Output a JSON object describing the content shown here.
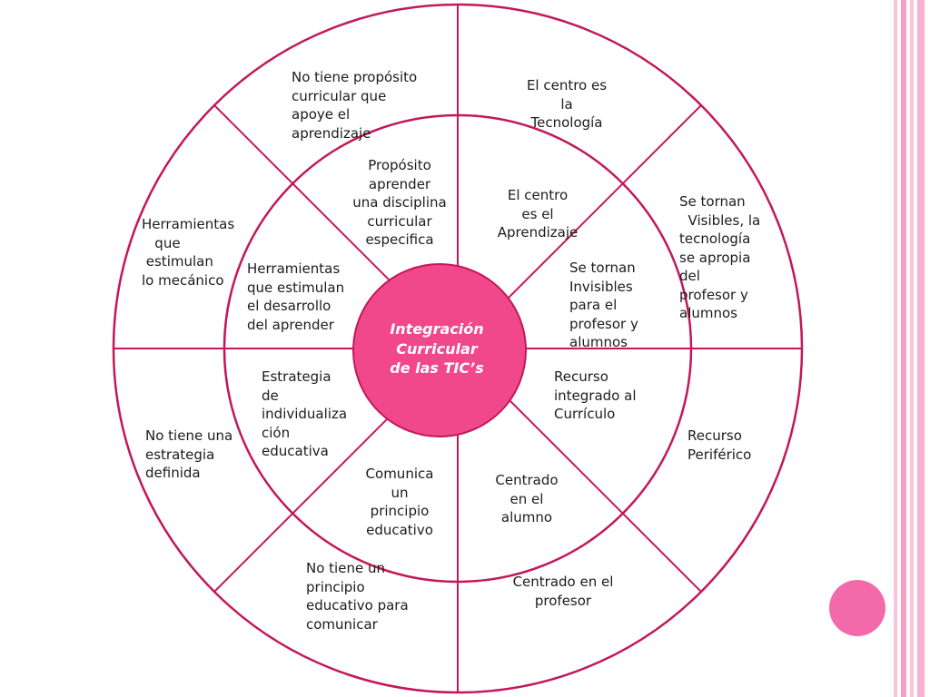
{
  "colors": {
    "ring": "#c2185b",
    "center_fill": "#f0488a",
    "stripe_light": "#f9c4da",
    "stripe_mid": "#f4a0c3",
    "dot": "#f36aaa"
  },
  "center": {
    "title": "Integración\nCurricular\nde las TIC’s"
  },
  "outer": {
    "top_left": "No tiene propósito\ncurricular que\napoye el\naprendizaje",
    "top_right": "El centro es\nla\nTecnología",
    "right_upper": "Se tornan\n  Visibles, la\ntecnología\nse apropia\ndel\nprofesor y\nalumnos",
    "left_upper": "Herramientas\n   que\n estimulan\nlo mecánico",
    "left_lower": "No tiene una\nestrategia\ndefinida",
    "right_lower": "Recurso\nPeriférico",
    "bottom_left": "No tiene un\nprincipio\neducativo para\ncomunicar",
    "bottom_right": "Centrado en el\nprofesor"
  },
  "inner": {
    "top_left": "Propósito\naprender\nuna disciplina\ncurricular\nespecifica",
    "top_right": "El centro\nes el\nAprendizaje",
    "right_upper": "Se tornan\nInvisibles\npara el\nprofesor y\nalumnos",
    "left_upper": "Herramientas\nque estimulan\nel desarrollo\ndel aprender",
    "left_lower": "Estrategia\nde\nindividualiza\nción\neducativa",
    "right_lower": "Recurso\nintegrado al\nCurrículo",
    "bottom_left": "Comunica\nun\nprincipio\neducativo",
    "bottom_right": "Centrado\nen el\nalumno"
  }
}
